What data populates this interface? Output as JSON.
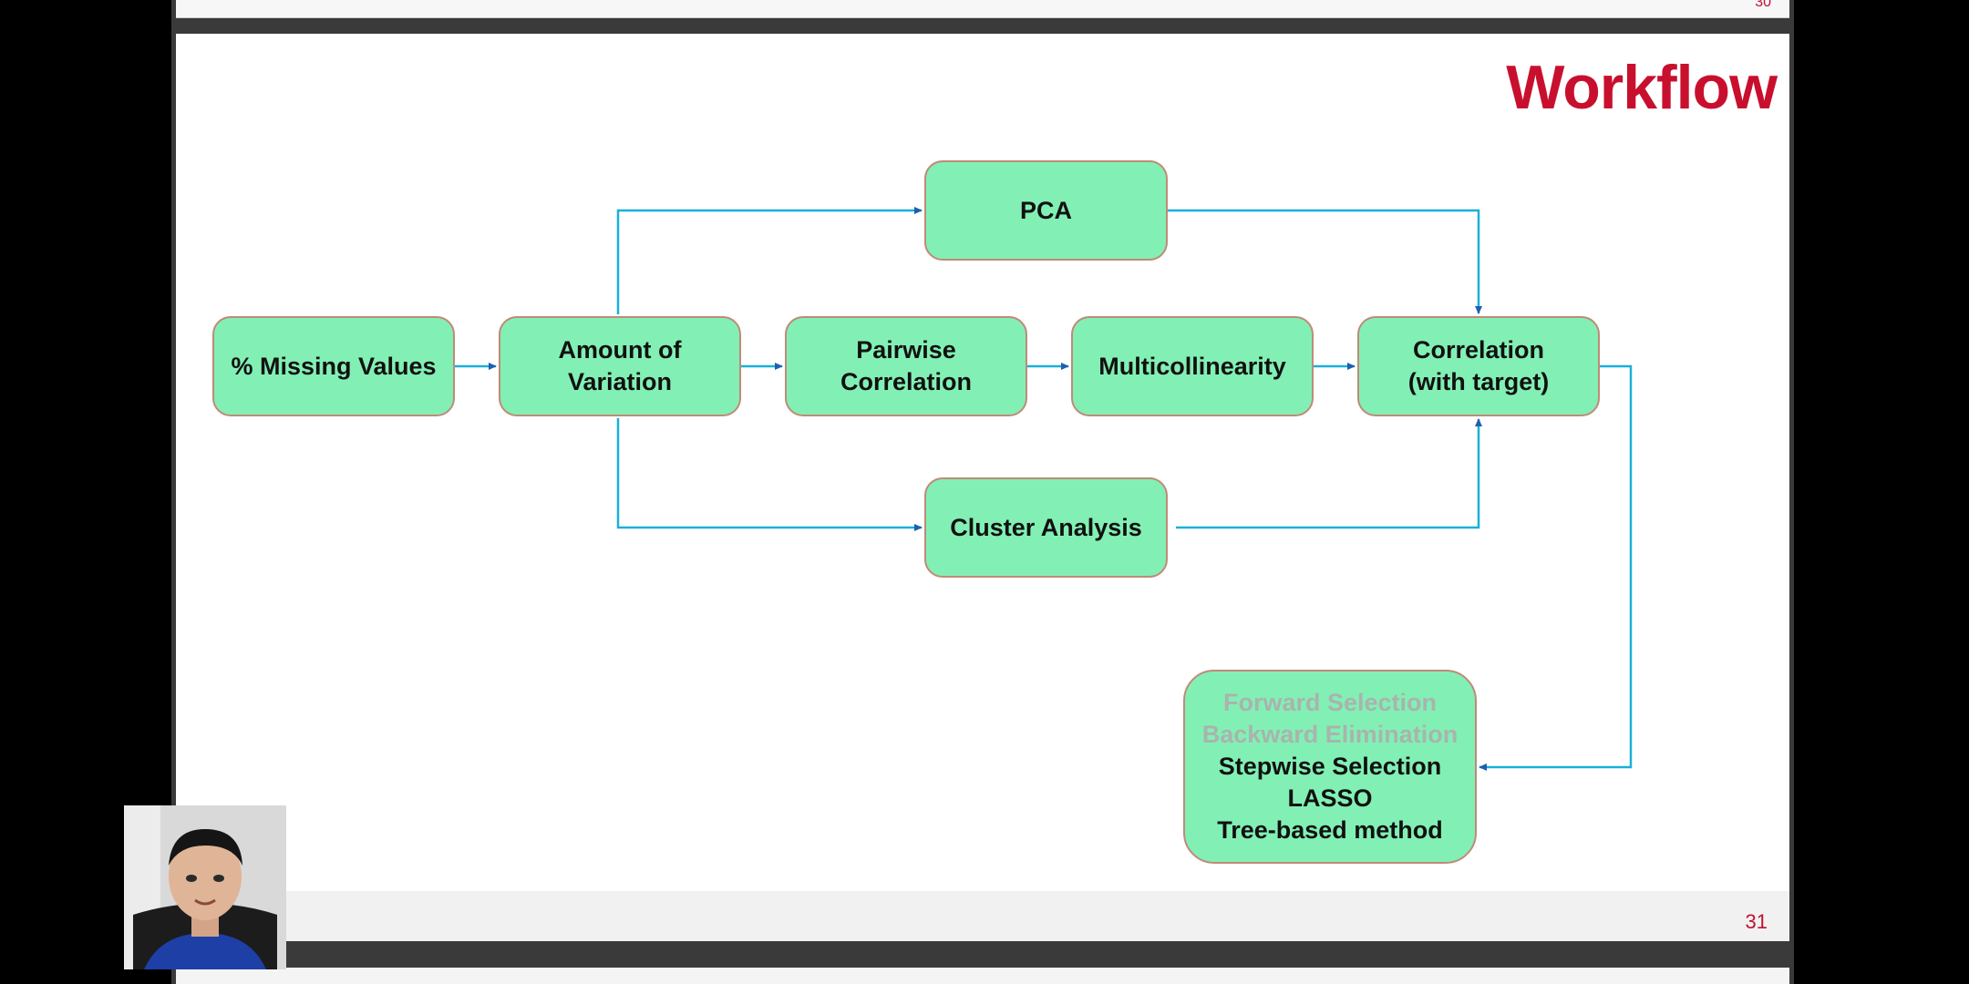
{
  "slide": {
    "title": "Workflow",
    "page_number": "31"
  },
  "flowchart": {
    "missing_values": "% Missing Values",
    "amount_of_variation": "Amount of\nVariation",
    "pairwise_correlation": "Pairwise\nCorrelation",
    "multicollinearity": "Multicollinearity",
    "correlation_with_target": "Correlation\n(with target)",
    "pca": "PCA",
    "cluster_analysis": "Cluster Analysis",
    "selection_methods": {
      "forward_selection": "Forward Selection",
      "backward_elimination": "Backward Elimination",
      "stepwise_selection": "Stepwise Selection",
      "lasso": "LASSO",
      "tree_based": "Tree-based method"
    }
  },
  "colors": {
    "node_fill": "#82f0b4",
    "node_border": "#c08a78",
    "arrow": "#1ab0d8",
    "arrow_head": "#1f5fae",
    "title": "#c8102e",
    "dimmed_text": "#a9b4ae"
  }
}
